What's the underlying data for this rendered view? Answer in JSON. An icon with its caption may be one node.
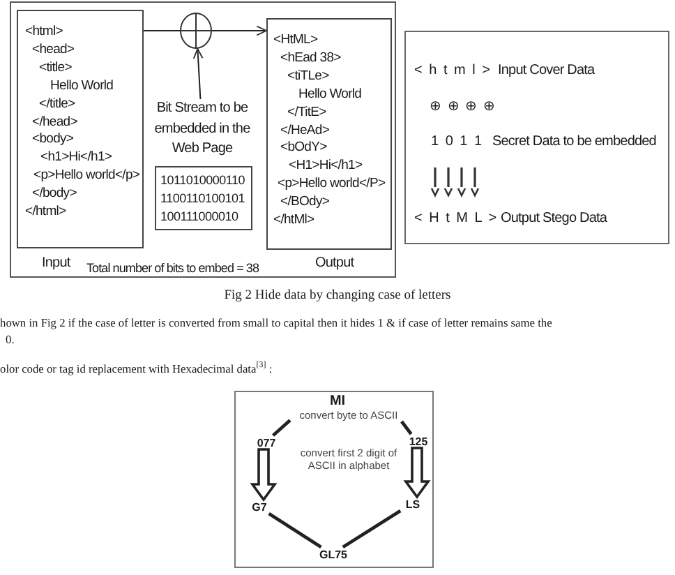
{
  "diagram": {
    "caption": "Fig 2  Hide data by changing case of letters",
    "nodes": [
      {
        "text": [
          "<html>",
          "<head>",
          "<title>",
          "Hello World",
          "</title>",
          "</head>",
          "<body>",
          "<h1>Hi</h1>",
          "<p>Hello world</p>",
          "</body>",
          "</html>"
        ],
        "beside": [
          "Input"
        ]
      },
      {
        "text": [],
        "shape": "circle"
      },
      {
        "text": [
          "Bit Stream to be embedded in the Web Page"
        ]
      },
      {
        "text": [
          "1011010000110",
          "1100110100101",
          "100111000010"
        ]
      },
      {
        "text": [
          "<HtML>",
          "<hEad 38>",
          "<tiTLe>",
          "Hello World",
          "</TitE>",
          "</HeAd>",
          "<bOdY>",
          "<H1>Hi</h1>",
          "<p>Hello world</P>",
          "</BOdy>",
          "</htMl>"
        ],
        "beside": [
          "Output"
        ]
      },
      {
        "text": [
          "< h t m l >",
          "Input Cover Data",
          "⊕ ⊕ ⊕ ⊕",
          "1 0 1 1",
          "Secret Data to be embedded",
          "< H t M L >",
          "Output Stego Data"
        ]
      },
      {
        "text": [],
        "shape": "box"
      },
      {
        "text": [
          "convert byte to ASCII"
        ],
        "in": 6
      },
      {
        "text": [
          "077"
        ],
        "in": 6
      },
      {
        "text": [
          "125"
        ],
        "in": 6
      },
      {
        "text": [
          "G7"
        ],
        "in": 6
      },
      {
        "text": [
          "LS"
        ],
        "in": 6
      },
      {
        "text": [
          "GL75"
        ],
        "in": 6
      }
    ],
    "edges": [
      {
        "from": 0,
        "to": 1,
        "arrow": "none"
      },
      {
        "from": 1,
        "to": 4,
        "arrow": "to"
      },
      {
        "from": 2,
        "to": 1,
        "arrow": "to"
      },
      {
        "from": 7,
        "to": 8,
        "arrow": "none"
      },
      {
        "from": 7,
        "to": 9,
        "arrow": "none"
      },
      {
        "from": 8,
        "to": 10,
        "arrow": "to",
        "style": "thick"
      },
      {
        "from": 9,
        "to": 11,
        "arrow": "to",
        "style": "thick"
      },
      {
        "from": 10,
        "to": 12,
        "arrow": "none"
      },
      {
        "from": 11,
        "to": 12,
        "arrow": "none"
      }
    ],
    "labels": [
      "Total number of bits to embed = 38",
      "hown in Fig 2 if the case of letter is converted  from small to capital then it hides 1 & if case of letter remains same the",
      "0.",
      "olor code or tag id replacement with Hexadecimal data$^{[3]}$ :",
      "MI",
      "convert first 2 digit of ASCII in alphabet"
    ]
  }
}
